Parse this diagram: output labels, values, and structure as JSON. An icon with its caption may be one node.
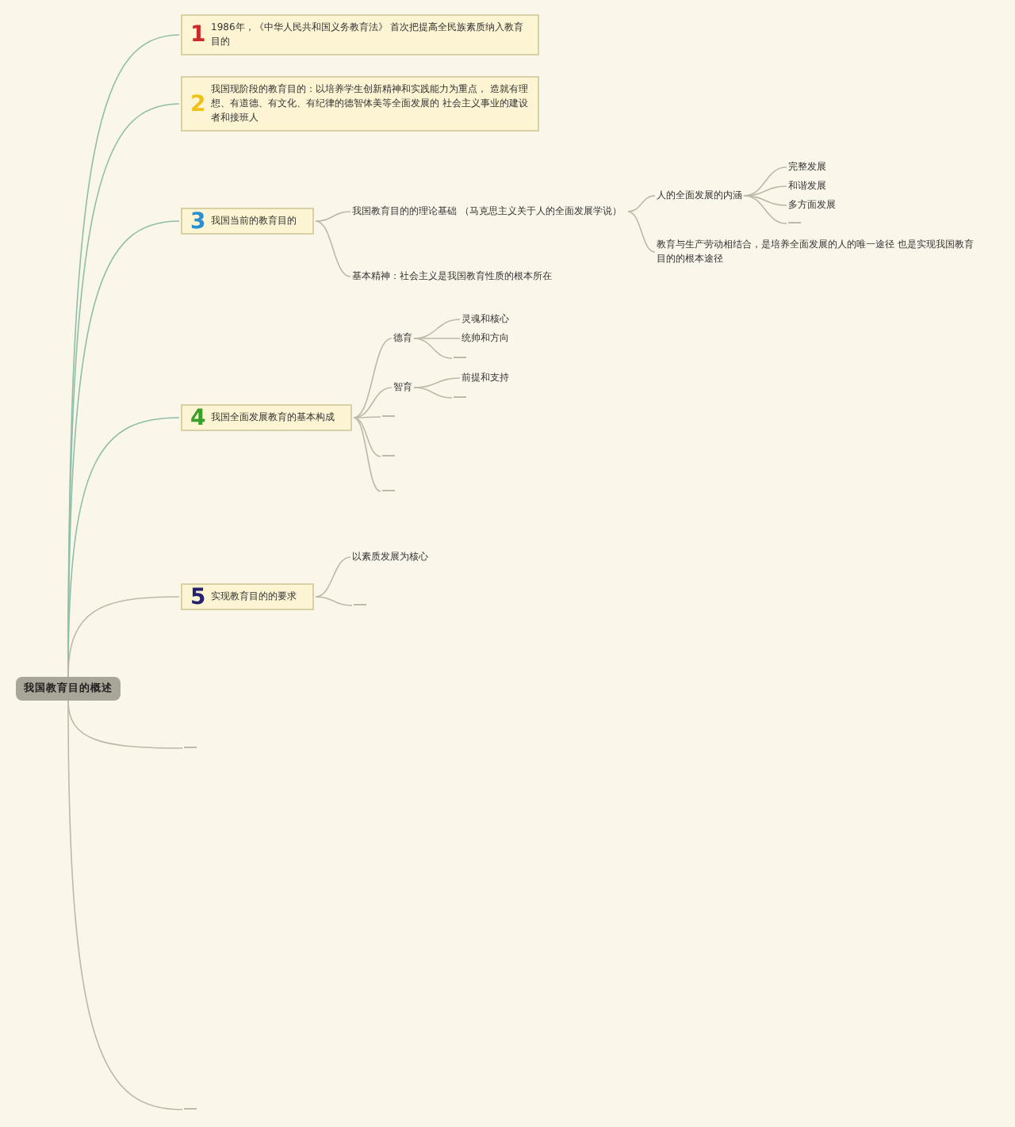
{
  "diagram": {
    "nodes": [
      {
        "text": [
          "我国教育目的概述"
        ]
      },
      {
        "text": [
          "1",
          "1986年，《中华人民共和国义务教育法》 首次把提高全民族素质纳入教育目的"
        ]
      },
      {
        "text": [
          "2",
          "我国现阶段的教育目的：以培养学生创新精神和实践能力为重点， 造就有理想、有道德、有文化、有纪律的德智体美等全面发展的 社会主义事业的建设者和接班人"
        ]
      },
      {
        "text": [
          "3",
          "我国当前的教育目的"
        ]
      },
      {
        "text": [
          "我国教育目的的理论基础 （马克思主义关于人的全面发展学说）"
        ]
      },
      {
        "text": [
          "人的全面发展的内涵"
        ]
      },
      {
        "text": [
          "完整发展"
        ]
      },
      {
        "text": [
          "和谐发展"
        ]
      },
      {
        "text": [
          "多方面发展"
        ]
      },
      {
        "text": [
          "教育与生产劳动相结合，是培养全面发展的人的唯一途径 也是实现我国教育目的的根本途径"
        ]
      },
      {
        "text": [
          "基本精神：社会主义是我国教育性质的根本所在"
        ]
      },
      {
        "text": [
          "4",
          "我国全面发展教育的基本构成"
        ]
      },
      {
        "text": [
          "德育"
        ]
      },
      {
        "text": [
          "灵魂和核心"
        ]
      },
      {
        "text": [
          "统帅和方向"
        ]
      },
      {
        "text": [
          "智育"
        ]
      },
      {
        "text": [
          "前提和支持"
        ]
      },
      {
        "text": [
          "5",
          "实现教育目的的要求"
        ]
      },
      {
        "text": [
          "以素质发展为核心"
        ]
      },
      {
        "text": [],
        "shape": "line"
      },
      {
        "text": [],
        "shape": "line"
      },
      {
        "text": [],
        "shape": "line"
      },
      {
        "text": [],
        "shape": "line"
      },
      {
        "text": [],
        "shape": "line"
      },
      {
        "text": [],
        "shape": "line"
      },
      {
        "text": [],
        "shape": "line"
      },
      {
        "text": [],
        "shape": "line"
      },
      {
        "text": [],
        "shape": "line"
      }
    ],
    "edges": [
      {
        "from": 0,
        "to": 1,
        "arrow": "none"
      },
      {
        "from": 0,
        "to": 2,
        "arrow": "none"
      },
      {
        "from": 0,
        "to": 3,
        "arrow": "none"
      },
      {
        "from": 0,
        "to": 11,
        "arrow": "none"
      },
      {
        "from": 0,
        "to": 17,
        "arrow": "none"
      },
      {
        "from": 0,
        "to": 19,
        "arrow": "none"
      },
      {
        "from": 0,
        "to": 20,
        "arrow": "none"
      },
      {
        "from": 3,
        "to": 4,
        "arrow": "none"
      },
      {
        "from": 3,
        "to": 10,
        "arrow": "none"
      },
      {
        "from": 4,
        "to": 5,
        "arrow": "none"
      },
      {
        "from": 4,
        "to": 9,
        "arrow": "none"
      },
      {
        "from": 5,
        "to": 6,
        "arrow": "none"
      },
      {
        "from": 5,
        "to": 7,
        "arrow": "none"
      },
      {
        "from": 5,
        "to": 8,
        "arrow": "none"
      },
      {
        "from": 5,
        "to": 21,
        "arrow": "none"
      },
      {
        "from": 11,
        "to": 12,
        "arrow": "none"
      },
      {
        "from": 11,
        "to": 15,
        "arrow": "none"
      },
      {
        "from": 11,
        "to": 22,
        "arrow": "none"
      },
      {
        "from": 11,
        "to": 23,
        "arrow": "none"
      },
      {
        "from": 11,
        "to": 24,
        "arrow": "none"
      },
      {
        "from": 12,
        "to": 13,
        "arrow": "none"
      },
      {
        "from": 12,
        "to": 14,
        "arrow": "none"
      },
      {
        "from": 12,
        "to": 25,
        "arrow": "none"
      },
      {
        "from": 15,
        "to": 16,
        "arrow": "none"
      },
      {
        "from": 15,
        "to": 26,
        "arrow": "none"
      },
      {
        "from": 17,
        "to": 18,
        "arrow": "none"
      },
      {
        "from": 17,
        "to": 27,
        "arrow": "none"
      }
    ]
  }
}
